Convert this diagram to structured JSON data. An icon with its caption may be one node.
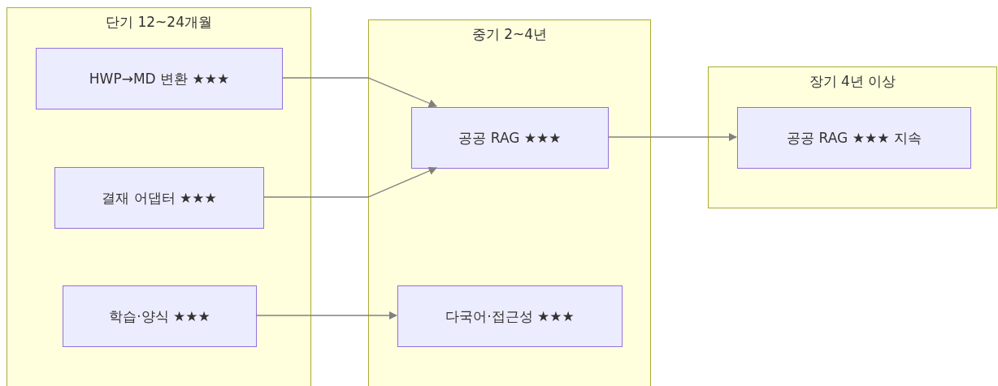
{
  "diagram": {
    "nodes": [
      {
        "text": [
          "단기 12~24개월"
        ]
      },
      {
        "text": [
          "HWP→MD 변환 ★★★"
        ],
        "in": 0
      },
      {
        "text": [
          "결재 어댑터 ★★★"
        ],
        "in": 0
      },
      {
        "text": [
          "학습·양식 ★★★"
        ],
        "in": 0
      },
      {
        "text": [
          "중기 2~4년"
        ]
      },
      {
        "text": [
          "공공 RAG ★★★"
        ],
        "in": 4
      },
      {
        "text": [
          "다국어·접근성 ★★★"
        ],
        "in": 4
      },
      {
        "text": [
          "장기 4년 이상"
        ]
      },
      {
        "text": [
          "공공 RAG ★★★ 지속"
        ],
        "in": 7
      }
    ],
    "edges": [
      {
        "from": 1,
        "to": 5,
        "arrow": "to"
      },
      {
        "from": 2,
        "to": 5,
        "arrow": "to"
      },
      {
        "from": 3,
        "to": 6,
        "arrow": "to"
      },
      {
        "from": 5,
        "to": 8,
        "arrow": "to"
      }
    ]
  }
}
